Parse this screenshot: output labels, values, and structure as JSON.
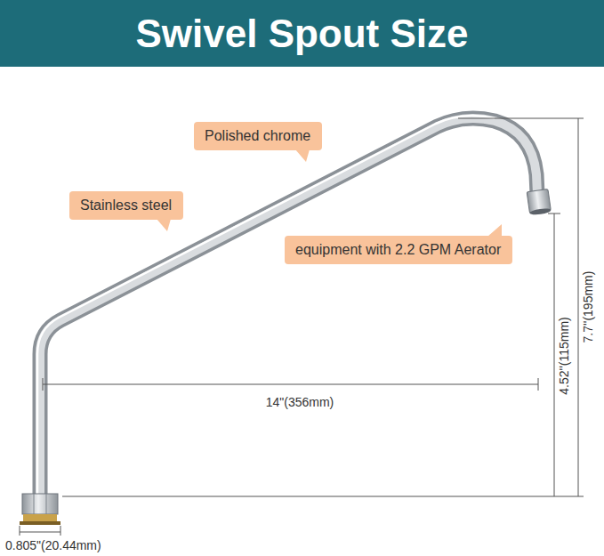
{
  "diagram": {
    "title": "Swivel Spout Size",
    "nodes": [
      {
        "text": [
          "Polished chrome"
        ]
      },
      {
        "text": [
          "Stainless steel"
        ]
      },
      {
        "text": [
          "equipment with 2.2 GPM Aerator"
        ]
      }
    ],
    "labels": [
      "14\"(356mm)",
      "4.52''(115mm)",
      "7.7''(195mm)",
      "0.805\"(20.44mm)"
    ]
  }
}
